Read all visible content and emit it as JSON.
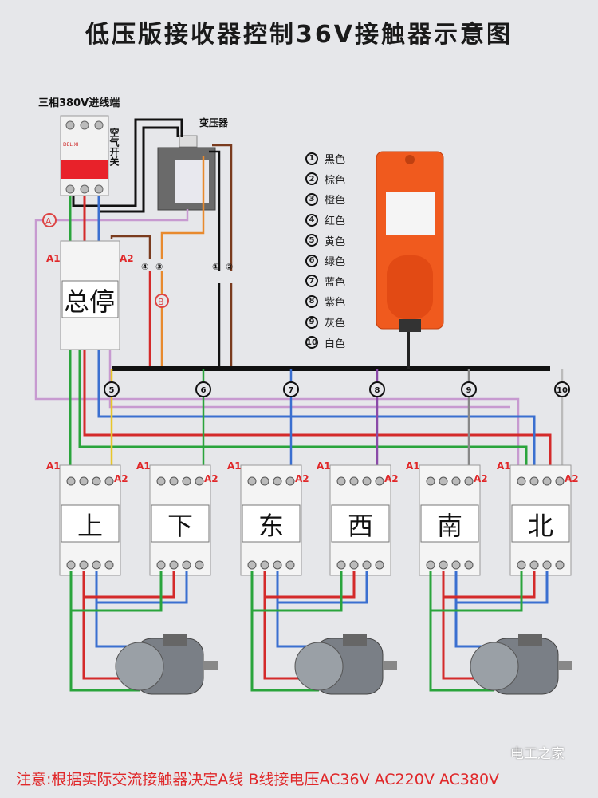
{
  "title": "低压版接收器控制36V接触器示意图",
  "labels": {
    "input": "三相380V进线端",
    "breaker": "空气开关",
    "transformer": "变压器",
    "a_line": "A",
    "b_line": "B",
    "a1": "A1",
    "a2": "A2",
    "main_stop": "总停",
    "breaker_brand": "DELIXI"
  },
  "transformer_terminals": [
    "④",
    "③",
    "①",
    "②"
  ],
  "bus_terminals": [
    "5",
    "6",
    "7",
    "8",
    "9",
    "10"
  ],
  "contactors": [
    "上",
    "下",
    "东",
    "西",
    "南",
    "北"
  ],
  "legend": [
    {
      "num": "1",
      "label": "黑色",
      "color": "#111111"
    },
    {
      "num": "2",
      "label": "棕色",
      "color": "#7a3b1e"
    },
    {
      "num": "3",
      "label": "橙色",
      "color": "#e88a2e"
    },
    {
      "num": "4",
      "label": "红色",
      "color": "#d42a2a"
    },
    {
      "num": "5",
      "label": "黄色",
      "color": "#e8c62a"
    },
    {
      "num": "6",
      "label": "绿色",
      "color": "#2aa43c"
    },
    {
      "num": "7",
      "label": "蓝色",
      "color": "#3a6fd0"
    },
    {
      "num": "8",
      "label": "紫色",
      "color": "#8a4aa8"
    },
    {
      "num": "9",
      "label": "灰色",
      "color": "#888888"
    },
    {
      "num": "10",
      "label": "白色",
      "color": "#ffffff"
    }
  ],
  "note": "注意:根据实际交流接触器决定A线 B线接电压AC36V AC220V AC380V",
  "watermark": "电工之家",
  "colors": {
    "remote": "#f05a1e",
    "note": "#e0282a",
    "wire_red": "#d42a2a",
    "wire_green": "#2aa43c",
    "wire_blue": "#3a6fd0",
    "wire_purple": "#b58ac0"
  }
}
